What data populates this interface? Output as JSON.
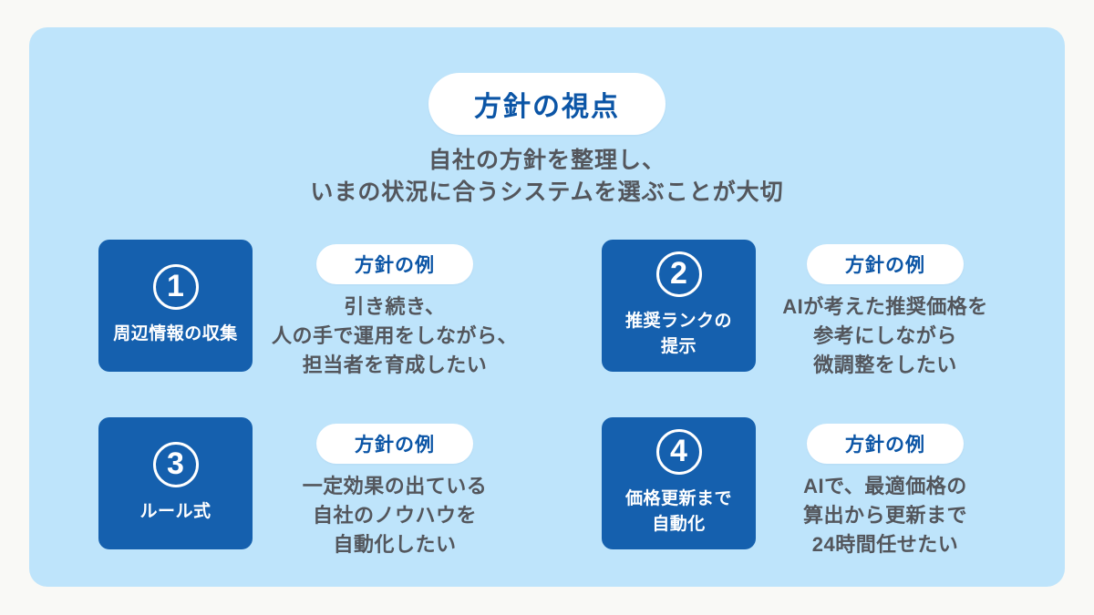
{
  "header": {
    "badge": "方針の視点",
    "subtitle": "自社の方針を整理し、\nいまの状況に合うシステムを選ぶことが大切"
  },
  "cards": [
    {
      "number": "1",
      "label": "周辺情報の収集",
      "example_badge": "方針の例",
      "description": "引き続き、\n人の手で運用をしながら、\n担当者を育成したい"
    },
    {
      "number": "2",
      "label": "推奨ランクの\n提示",
      "example_badge": "方針の例",
      "description": "AIが考えた推奨価格を\n参考にしながら\n微調整をしたい"
    },
    {
      "number": "3",
      "label": "ルール式",
      "example_badge": "方針の例",
      "description": "一定効果の出ている\n自社のノウハウを\n自動化したい"
    },
    {
      "number": "4",
      "label": "価格更新まで\n自動化",
      "example_badge": "方針の例",
      "description": "AIで、最適価格の\n算出から更新まで\n24時間任せたい"
    }
  ],
  "colors": {
    "page_bg": "#f9f9f6",
    "card_bg": "#bee4fb",
    "box_blue": "#1560ae",
    "title_blue": "#0b55a6",
    "text_gray": "#53565c"
  }
}
